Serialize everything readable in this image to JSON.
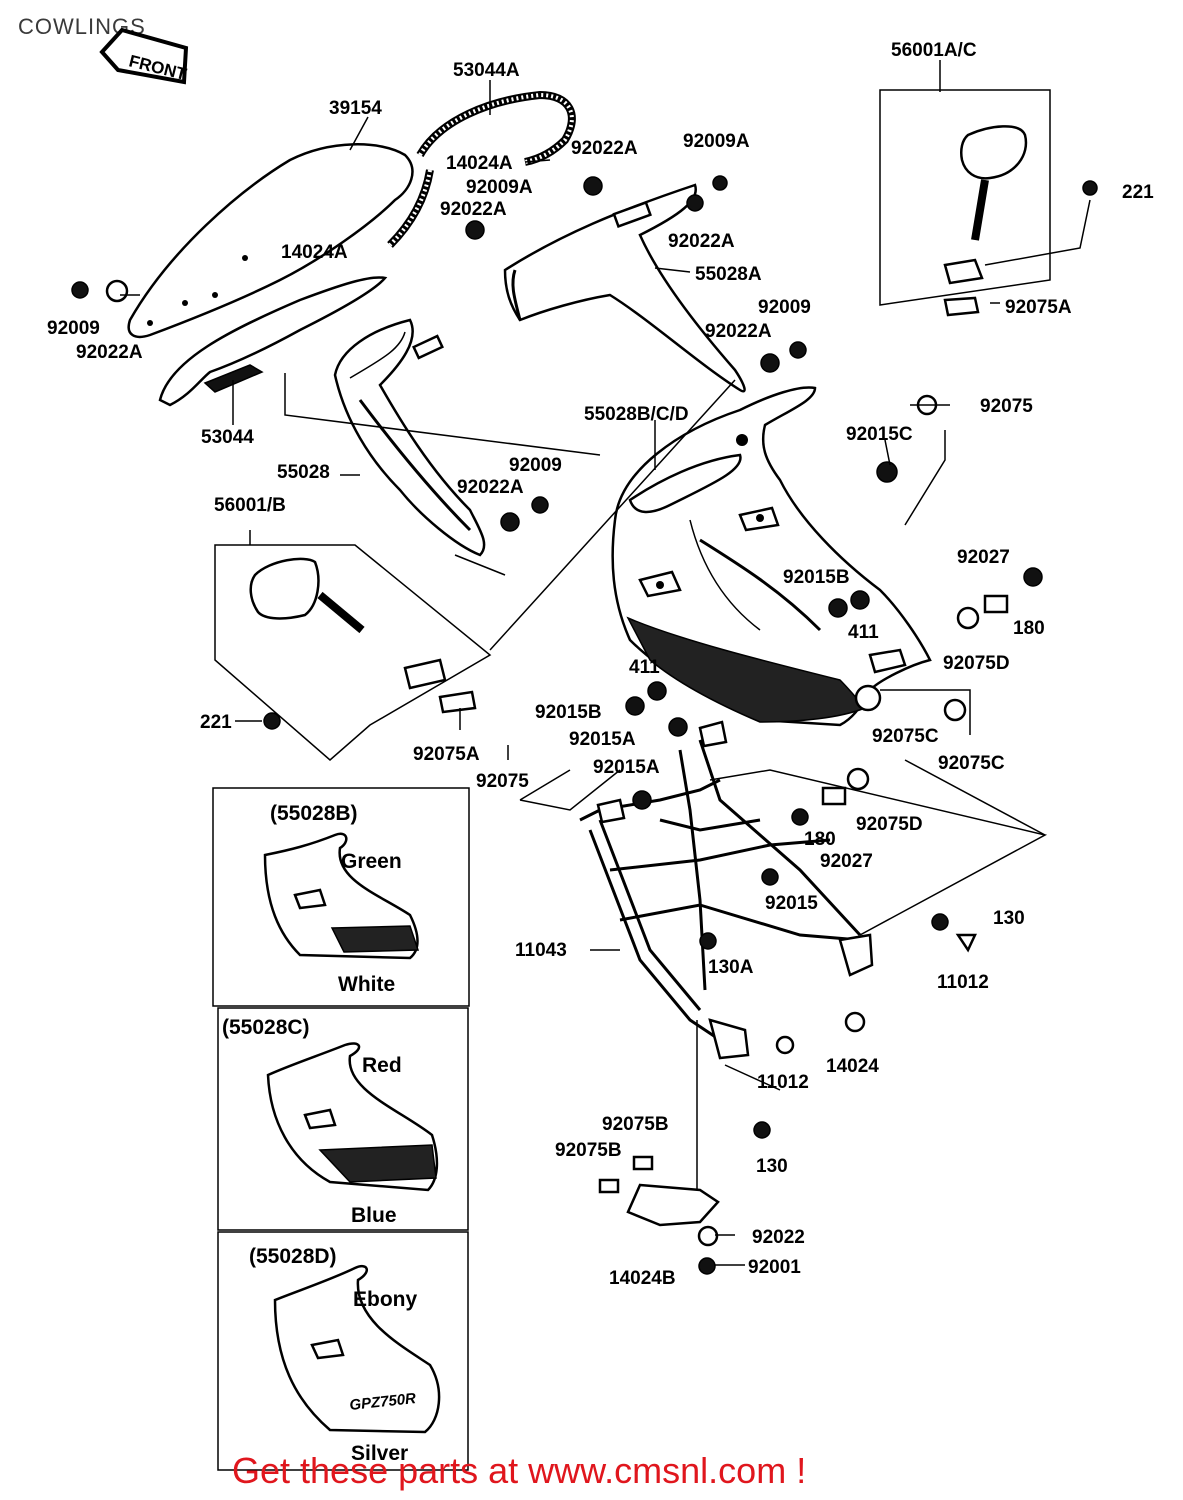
{
  "title": "COWLINGS",
  "front_badge": "FRONT",
  "footer": "Get these parts at www.cmsnl.com !",
  "parts": {
    "p53044A": "53044A",
    "p39154": "39154",
    "p14024A_1": "14024A",
    "p92022A_1": "92022A",
    "p92009A_1": "92009A",
    "p92009A_2": "92009A",
    "p92022A_2": "92022A",
    "p92022A_3": "92022A",
    "p14024A_2": "14024A",
    "p56001AC": "56001A/C",
    "p221_1": "221",
    "p55028A": "55028A",
    "p92009_1": "92009",
    "p92022A_4": "92022A",
    "p92009_2": "92009",
    "p92022A_5": "92022A",
    "p92075A_1": "92075A",
    "p53044": "53044",
    "p92075_1": "92075",
    "p55028BCD": "55028B/C/D",
    "p92015C": "92015C",
    "p55028": "55028",
    "p92009_3": "92009",
    "p92022A_6": "92022A",
    "p56001B": "56001/B",
    "p92027_1": "92027",
    "p92015B_1": "92015B",
    "p411_1": "411",
    "p180_1": "180",
    "p92075D_1": "92075D",
    "p411_2": "411",
    "p92015B_2": "92015B",
    "p221_2": "221",
    "p92075C_1": "92075C",
    "p92015A_1": "92015A",
    "p92075A_2": "92075A",
    "p92075C_2": "92075C",
    "p92075_2": "92075",
    "p92015A_2": "92015A",
    "p180_2": "180",
    "p92075D_2": "92075D",
    "p92027_2": "92027",
    "p92015": "92015",
    "p130_1": "130",
    "p11043": "11043",
    "p130A": "130A",
    "p11012_1": "11012",
    "p14024": "14024",
    "p11012_2": "11012",
    "p92075B_1": "92075B",
    "p92075B_2": "92075B",
    "p130_2": "130",
    "p92022": "92022",
    "p14024B": "14024B",
    "p92001": "92001"
  },
  "variants": [
    {
      "part": "(55028B)",
      "top_color": "Green",
      "bottom_color": "White"
    },
    {
      "part": "(55028C)",
      "top_color": "Red",
      "bottom_color": "Blue"
    },
    {
      "part": "(55028D)",
      "top_color": "Ebony",
      "bottom_color": "Silver",
      "decal": "GPZ750R"
    }
  ]
}
